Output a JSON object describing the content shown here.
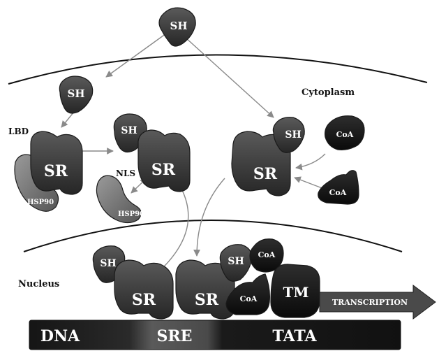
{
  "regions": {
    "cytoplasm": "Cytoplasm",
    "nucleus": "Nucleus"
  },
  "labels": {
    "lbd": "LBD",
    "nls": "NLS",
    "transcription": "TRANSCRIPTION"
  },
  "molecules": {
    "sh": "SH",
    "sr": "SR",
    "hsp90": "HSP90",
    "coa": "CoA",
    "tm": "TM"
  },
  "dna_bar": {
    "dna": "DNA",
    "sre": "SRE",
    "tata": "TATA"
  },
  "colors": {
    "protein_dark": "#3a3a3a",
    "protein_black": "#151515",
    "arrow_gray": "#8a8a8a",
    "membrane": "#111111"
  }
}
